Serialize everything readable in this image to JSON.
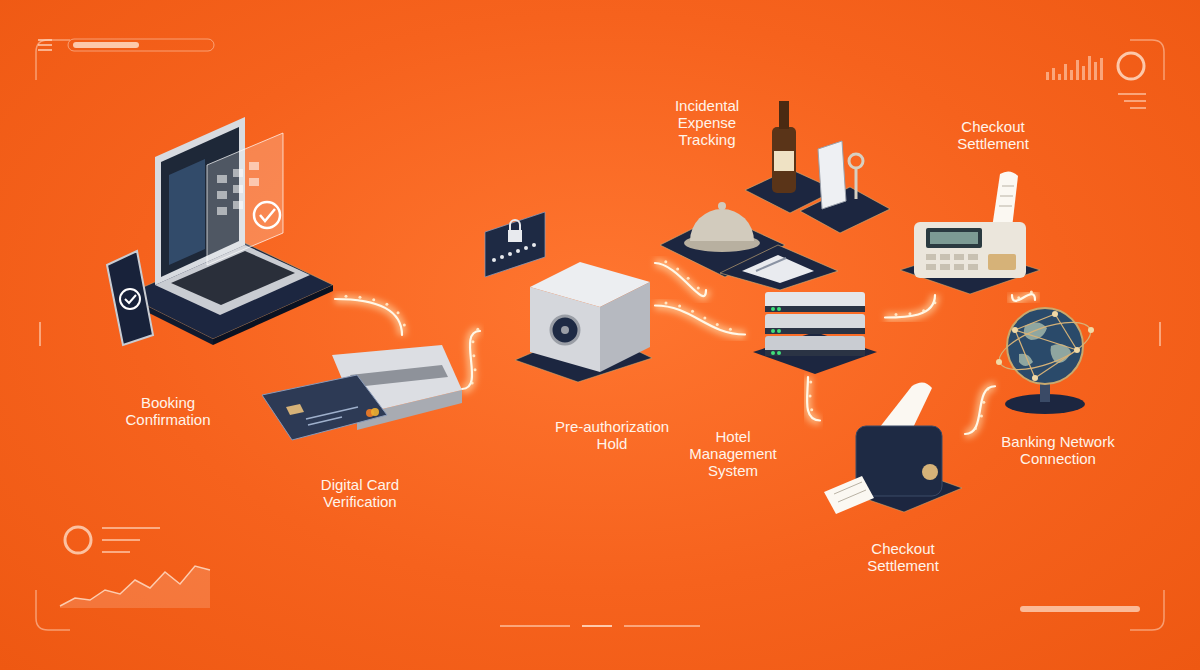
{
  "diagram": {
    "nodes": [
      {
        "text": [
          "Booking Confirmation"
        ]
      },
      {
        "text": [
          "Digital Card Verification"
        ]
      },
      {
        "text": [
          "Pre-authorization Hold"
        ]
      },
      {
        "text": [
          "Incidental Expense Tracking"
        ]
      },
      {
        "text": [
          "Hotel Management System"
        ]
      },
      {
        "text": [
          "Checkout Settlement"
        ]
      },
      {
        "text": [
          "Checkout Settlement"
        ]
      },
      {
        "text": [
          "Banking Network Connection"
        ]
      }
    ],
    "edges": [
      {
        "from": 0,
        "to": 1,
        "arrow": "none"
      },
      {
        "from": 1,
        "to": 2,
        "arrow": "none"
      },
      {
        "from": 2,
        "to": 3,
        "arrow": "none"
      },
      {
        "from": 2,
        "to": 4,
        "arrow": "none"
      },
      {
        "from": 4,
        "to": 5,
        "arrow": "none"
      },
      {
        "from": 4,
        "to": 6,
        "arrow": "none"
      },
      {
        "from": 6,
        "to": 7,
        "arrow": "none"
      },
      {
        "from": 5,
        "to": 7,
        "arrow": "none"
      }
    ]
  }
}
